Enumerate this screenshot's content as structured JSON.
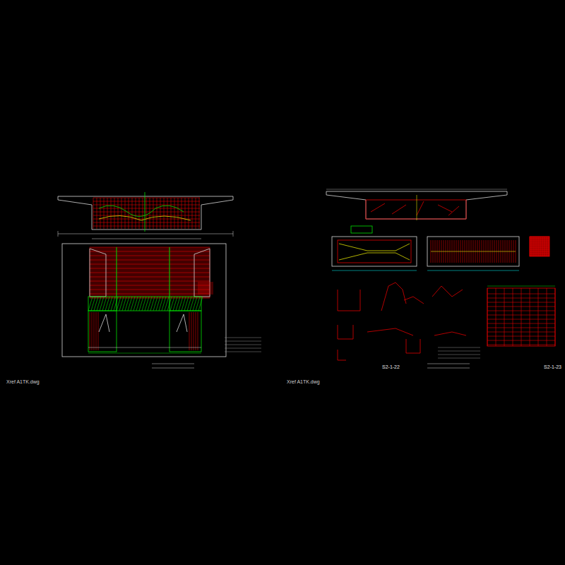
{
  "diagram": {
    "labels": [
      "Xref A1TK.dwg",
      "S2-1-22",
      "Xref A1TK.dwg",
      "S2-1-23"
    ]
  }
}
